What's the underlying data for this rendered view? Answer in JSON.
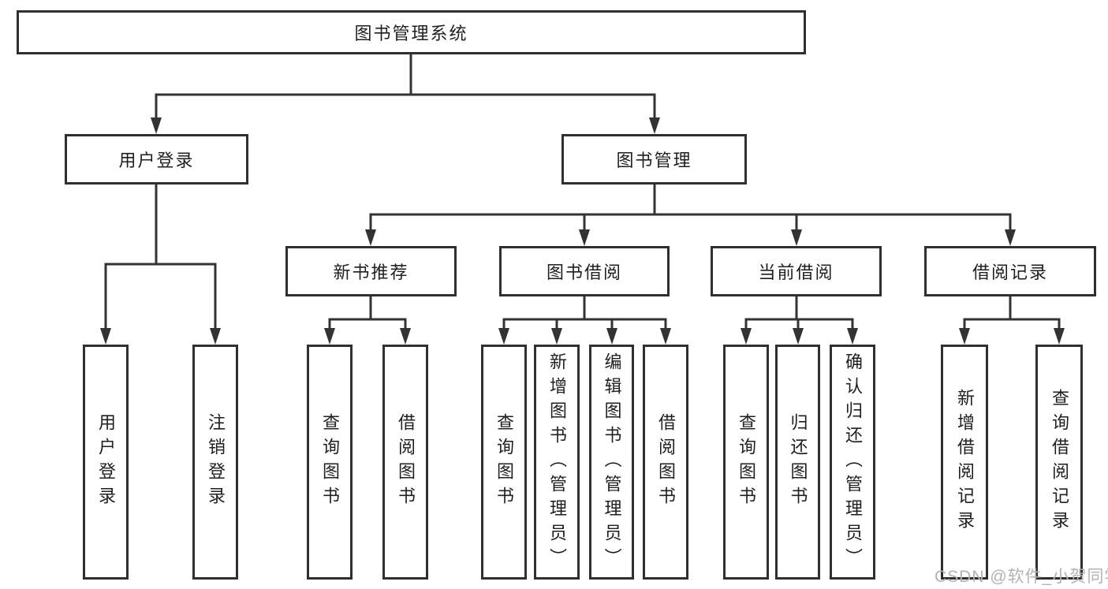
{
  "diagram": {
    "title": "图书管理系统",
    "branches": [
      {
        "label": "用户登录",
        "children": [
          "用户登录",
          "注销登录"
        ]
      },
      {
        "label": "图书管理",
        "children": [
          {
            "label": "新书推荐",
            "children": [
              "查询图书",
              "借阅图书"
            ]
          },
          {
            "label": "图书借阅",
            "children": [
              "查询图书",
              "新增图书（管理员）",
              "编辑图书（管理员）",
              "借阅图书"
            ]
          },
          {
            "label": "当前借阅",
            "children": [
              "查询图书",
              "归还图书",
              "确认归还（管理员）"
            ]
          },
          {
            "label": "借阅记录",
            "children": [
              "新增借阅记录",
              "查询借阅记录"
            ]
          }
        ]
      }
    ]
  },
  "watermark": {
    "text": "CSDN @软件_小贺同学",
    "color": "#b3b3b3"
  },
  "colors": {
    "background": "#ffffff",
    "line": "#333333",
    "box_border": "#2f2f2f",
    "text": "#1f1f1f"
  }
}
